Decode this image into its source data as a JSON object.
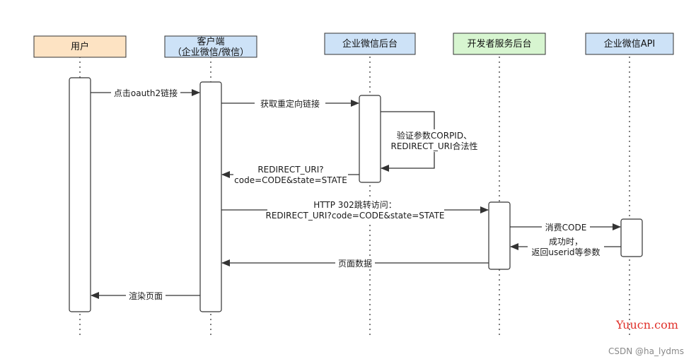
{
  "participants": [
    {
      "id": "user",
      "label_lines": [
        "用户"
      ],
      "fill": "#fde3c3"
    },
    {
      "id": "client",
      "label_lines": [
        "客户端",
        "（企业微信/微信）"
      ],
      "fill": "#cde2f7"
    },
    {
      "id": "wxbackend",
      "label_lines": [
        "企业微信后台"
      ],
      "fill": "#cde2f7"
    },
    {
      "id": "devserver",
      "label_lines": [
        "开发者服务后台"
      ],
      "fill": "#d7f5d0"
    },
    {
      "id": "wxapi",
      "label_lines": [
        "企业微信API"
      ],
      "fill": "#cde2f7"
    }
  ],
  "messages": [
    {
      "id": "m1",
      "from": "user",
      "to": "client",
      "label_lines": [
        "点击oauth2链接"
      ]
    },
    {
      "id": "m2",
      "from": "client",
      "to": "wxbackend",
      "label_lines": [
        "获取重定向链接"
      ]
    },
    {
      "id": "m3",
      "from": "wxbackend",
      "to": "wxbackend",
      "self": true,
      "label_lines": [
        "验证参数CORPID、",
        "REDIRECT_URI合法性"
      ]
    },
    {
      "id": "m4",
      "from": "wxbackend",
      "to": "client",
      "label_lines": [
        "REDIRECT_URI?",
        "code=CODE&state=STATE"
      ]
    },
    {
      "id": "m5",
      "from": "client",
      "to": "devserver",
      "label_lines": [
        "HTTP 302跳转访问：",
        "REDIRECT_URI?code=CODE&state=STATE"
      ]
    },
    {
      "id": "m6",
      "from": "devserver",
      "to": "wxapi",
      "label_lines": [
        "消费CODE"
      ]
    },
    {
      "id": "m7",
      "from": "wxapi",
      "to": "devserver",
      "label_lines": [
        "成功时，",
        "返回userid等参数"
      ]
    },
    {
      "id": "m8",
      "from": "devserver",
      "to": "client",
      "label_lines": [
        "页面数据"
      ]
    },
    {
      "id": "m9",
      "from": "client",
      "to": "user",
      "label_lines": [
        "渲染页面"
      ]
    }
  ],
  "watermark": {
    "site": "Yuucn.com",
    "author": "CSDN @ha_lydms"
  },
  "colors": {
    "line": "#333333",
    "lifeline": "#555555",
    "box_border": "#333333"
  }
}
